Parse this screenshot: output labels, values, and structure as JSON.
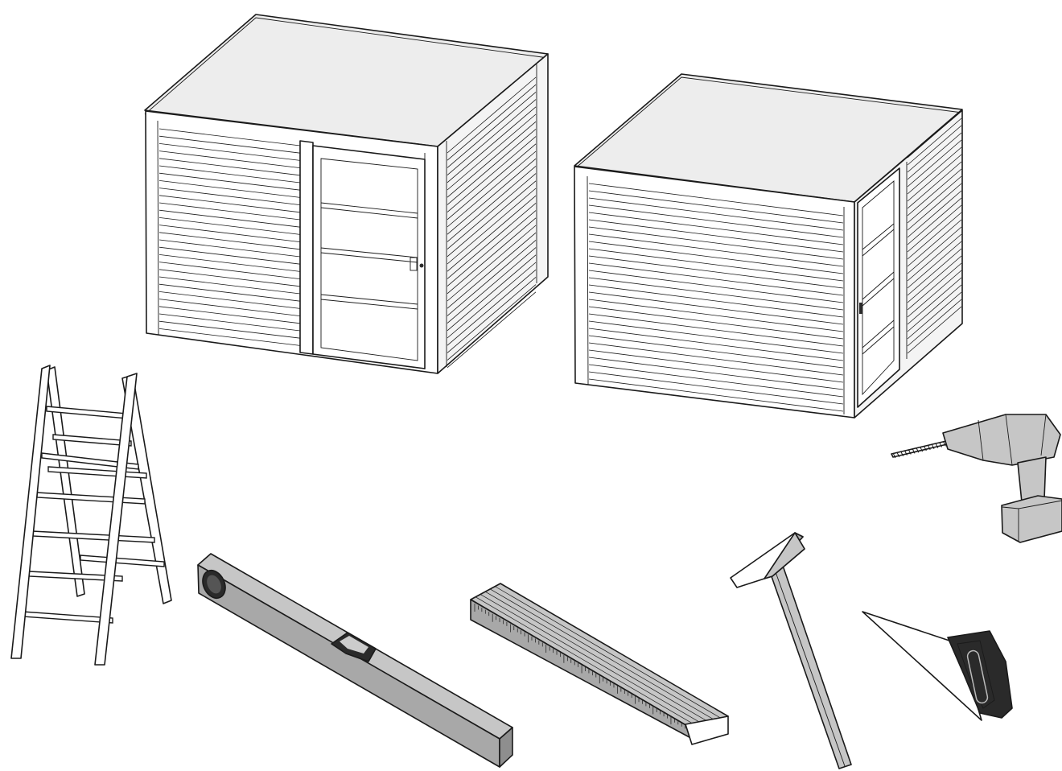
{
  "scene": {
    "items": [
      {
        "id": "shed-front-door",
        "kind": "garden shed with front door"
      },
      {
        "id": "shed-side-door",
        "kind": "garden shed with side door"
      },
      {
        "id": "ladder",
        "kind": "step ladder"
      },
      {
        "id": "spirit-level",
        "kind": "spirit level"
      },
      {
        "id": "folding-rule",
        "kind": "folding rule"
      },
      {
        "id": "hammer",
        "kind": "hammer"
      },
      {
        "id": "drill",
        "kind": "cordless drill"
      },
      {
        "id": "saw",
        "kind": "hand saw"
      }
    ],
    "colors": {
      "outline": "#1a1a1a",
      "roof": "#ededed",
      "tool_light": "#c6c6c6",
      "tool_dark": "#8e8e8e"
    }
  }
}
